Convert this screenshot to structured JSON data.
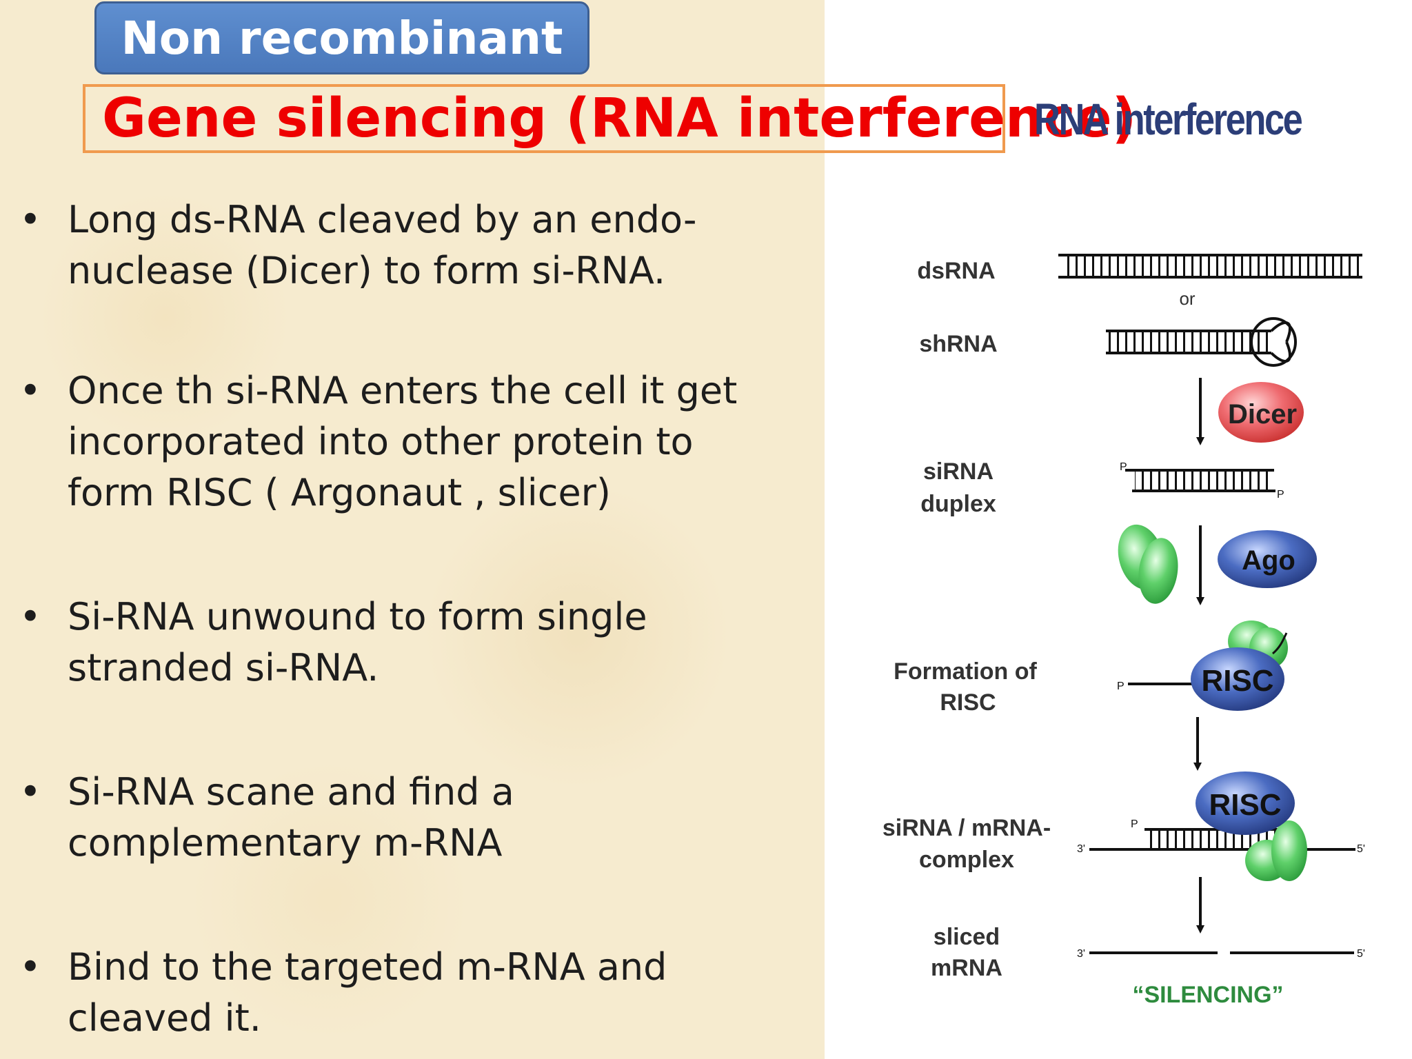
{
  "badge": "Non recombinant",
  "title": "Gene silencing (RNA interference)",
  "bullet_char": "•",
  "bullets": [
    "Long ds-RNA cleaved by an endo-nuclease (Dicer) to form si-RNA.",
    "Once th si-RNA enters the cell it get incorporated into other protein to form RISC ( Argonaut , slicer)",
    "Si-RNA unwound to form single stranded si-RNA.",
    "Si-RNA scane and find a complementary m-RNA",
    "Bind to the targeted m-RNA and cleaved it."
  ],
  "bullet_lines": [
    [
      "Long ds-RNA cleaved by an endo-",
      "nuclease (Dicer) to form si-RNA."
    ],
    [
      "Once th si-RNA enters the cell it get",
      "incorporated into other protein to",
      "form RISC ( Argonaut , slicer)"
    ],
    [
      "Si-RNA unwound to form single",
      "stranded si-RNA."
    ],
    [
      "Si-RNA scane and find a",
      "complementary m-RNA"
    ],
    [
      "Bind to the targeted m-RNA and",
      "cleaved it."
    ]
  ],
  "diagram": {
    "title": "RNA interference",
    "labels": {
      "dsrna": "dsRNA",
      "or": "or",
      "shrna": "shRNA",
      "dicer": "Dicer",
      "sirna_1": "siRNA",
      "sirna_2": "duplex",
      "ago": "Ago",
      "formation_1": "Formation of",
      "formation_2": "RISC",
      "risc": "RISC",
      "complex_1": "siRNA / mRNA-",
      "complex_2": "complex",
      "sliced_1": "sliced",
      "sliced_2": "mRNA",
      "silencing": "“SILENCING”",
      "p": "P",
      "three_prime": "3'",
      "five_prime": "5'"
    },
    "colors": {
      "dicer": "#e8545a",
      "ago": "#3f5fb0",
      "risc": "#2f4f9a",
      "protein": "#49c257",
      "strand": "#111111",
      "label": "#333333",
      "silencing": "#2e8b3e"
    }
  }
}
